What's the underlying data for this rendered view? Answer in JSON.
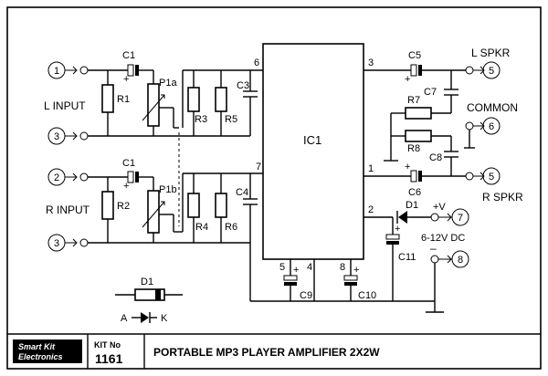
{
  "labels": {
    "c1_top": "C1",
    "c1_bot": "C1",
    "c5": "C5",
    "c6": "C6",
    "c7": "C7",
    "c8": "C8",
    "c3": "C3",
    "c4": "C4",
    "c9": "C9",
    "c10": "C10",
    "c11": "C11",
    "r1": "R1",
    "r2": "R2",
    "r3": "R3",
    "r4": "R4",
    "r5": "R5",
    "r6": "R6",
    "r7": "R7",
    "r8": "R8",
    "p1a": "P1a",
    "p1b": "P1b",
    "ic1": "IC1",
    "d1": "D1",
    "d1_legend": "D1",
    "pin6": "6",
    "pin7": "7",
    "pin3": "3",
    "pin1": "1",
    "pin2": "2",
    "pin5": "5",
    "pin4": "4",
    "pin8": "8",
    "l_input": "L INPUT",
    "r_input": "R INPUT",
    "l_spkr": "L SPKR",
    "r_spkr": "R SPKR",
    "common": "COMMON",
    "plus_v": "+V",
    "supply": "6-12V DC",
    "minus": "–",
    "anode": "A",
    "cathode": "K",
    "plus": "+"
  },
  "terminals": {
    "t1": "1",
    "t3a": "3",
    "t2": "2",
    "t3b": "3",
    "t5a": "5",
    "t6": "6",
    "t5b": "5",
    "t7": "7",
    "t8": "8"
  },
  "footer": {
    "logo_line1": "Smart Kit",
    "logo_line2": "Electronics",
    "kit_label": "KIT No",
    "kit_number": "1161",
    "title": "PORTABLE MP3 PLAYER AMPLIFIER 2X2W"
  }
}
